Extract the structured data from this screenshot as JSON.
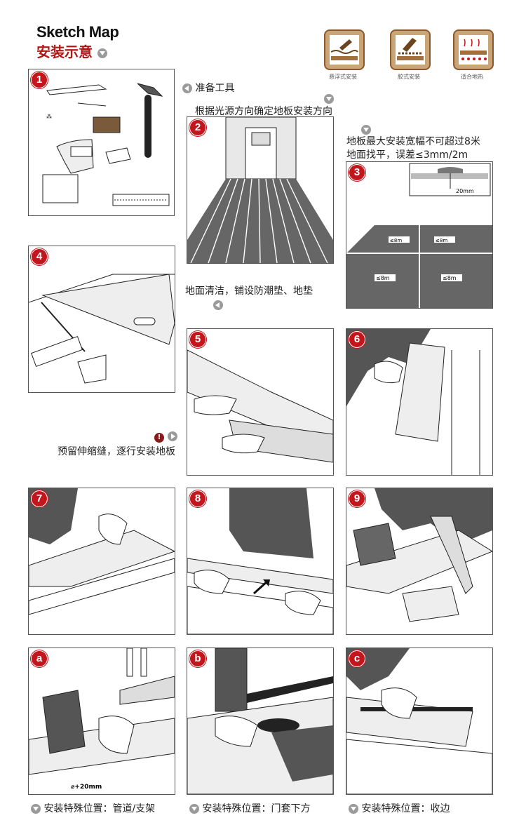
{
  "header": {
    "title_en": "Sketch Map",
    "title_cn": "安装示意"
  },
  "badges": [
    {
      "label": "悬浮式安装",
      "icon": "floating-install-icon"
    },
    {
      "label": "胶式安装",
      "icon": "glue-install-icon"
    },
    {
      "label": "适合地热",
      "icon": "floor-heating-icon"
    }
  ],
  "steps": {
    "s1": {
      "num": "1"
    },
    "s2": {
      "num": "2"
    },
    "s3": {
      "num": "3"
    },
    "s4": {
      "num": "4"
    },
    "s5": {
      "num": "5"
    },
    "s6": {
      "num": "6"
    },
    "s7": {
      "num": "7"
    },
    "s8": {
      "num": "8"
    },
    "s9": {
      "num": "9"
    },
    "sa": {
      "num": "a"
    },
    "sb": {
      "num": "b"
    },
    "sc": {
      "num": "c"
    }
  },
  "texts": {
    "prepare_tools": "准备工具",
    "direction": "根据光源方向确定地板安装方向",
    "max_width": "地板最大安装宽幅不可超过8米",
    "level": "地面找平，误差≤3mm/2m",
    "clean": "地面清洁，铺设防潮垫、地垫",
    "expansion": "预留伸缩缝，逐行安装地板",
    "dim_20mm": "20mm",
    "width_8m": "≤8m",
    "pipe_gap": "⌀+20mm"
  },
  "captions": {
    "a": "安装特殊位置：管道/支架",
    "b": "安装特殊位置：门套下方",
    "c": "安装特殊位置：收边"
  },
  "colors": {
    "accent_red": "#c2151c",
    "badge_brown": "#8b5a2b",
    "badge_fill": "#c9a578"
  }
}
